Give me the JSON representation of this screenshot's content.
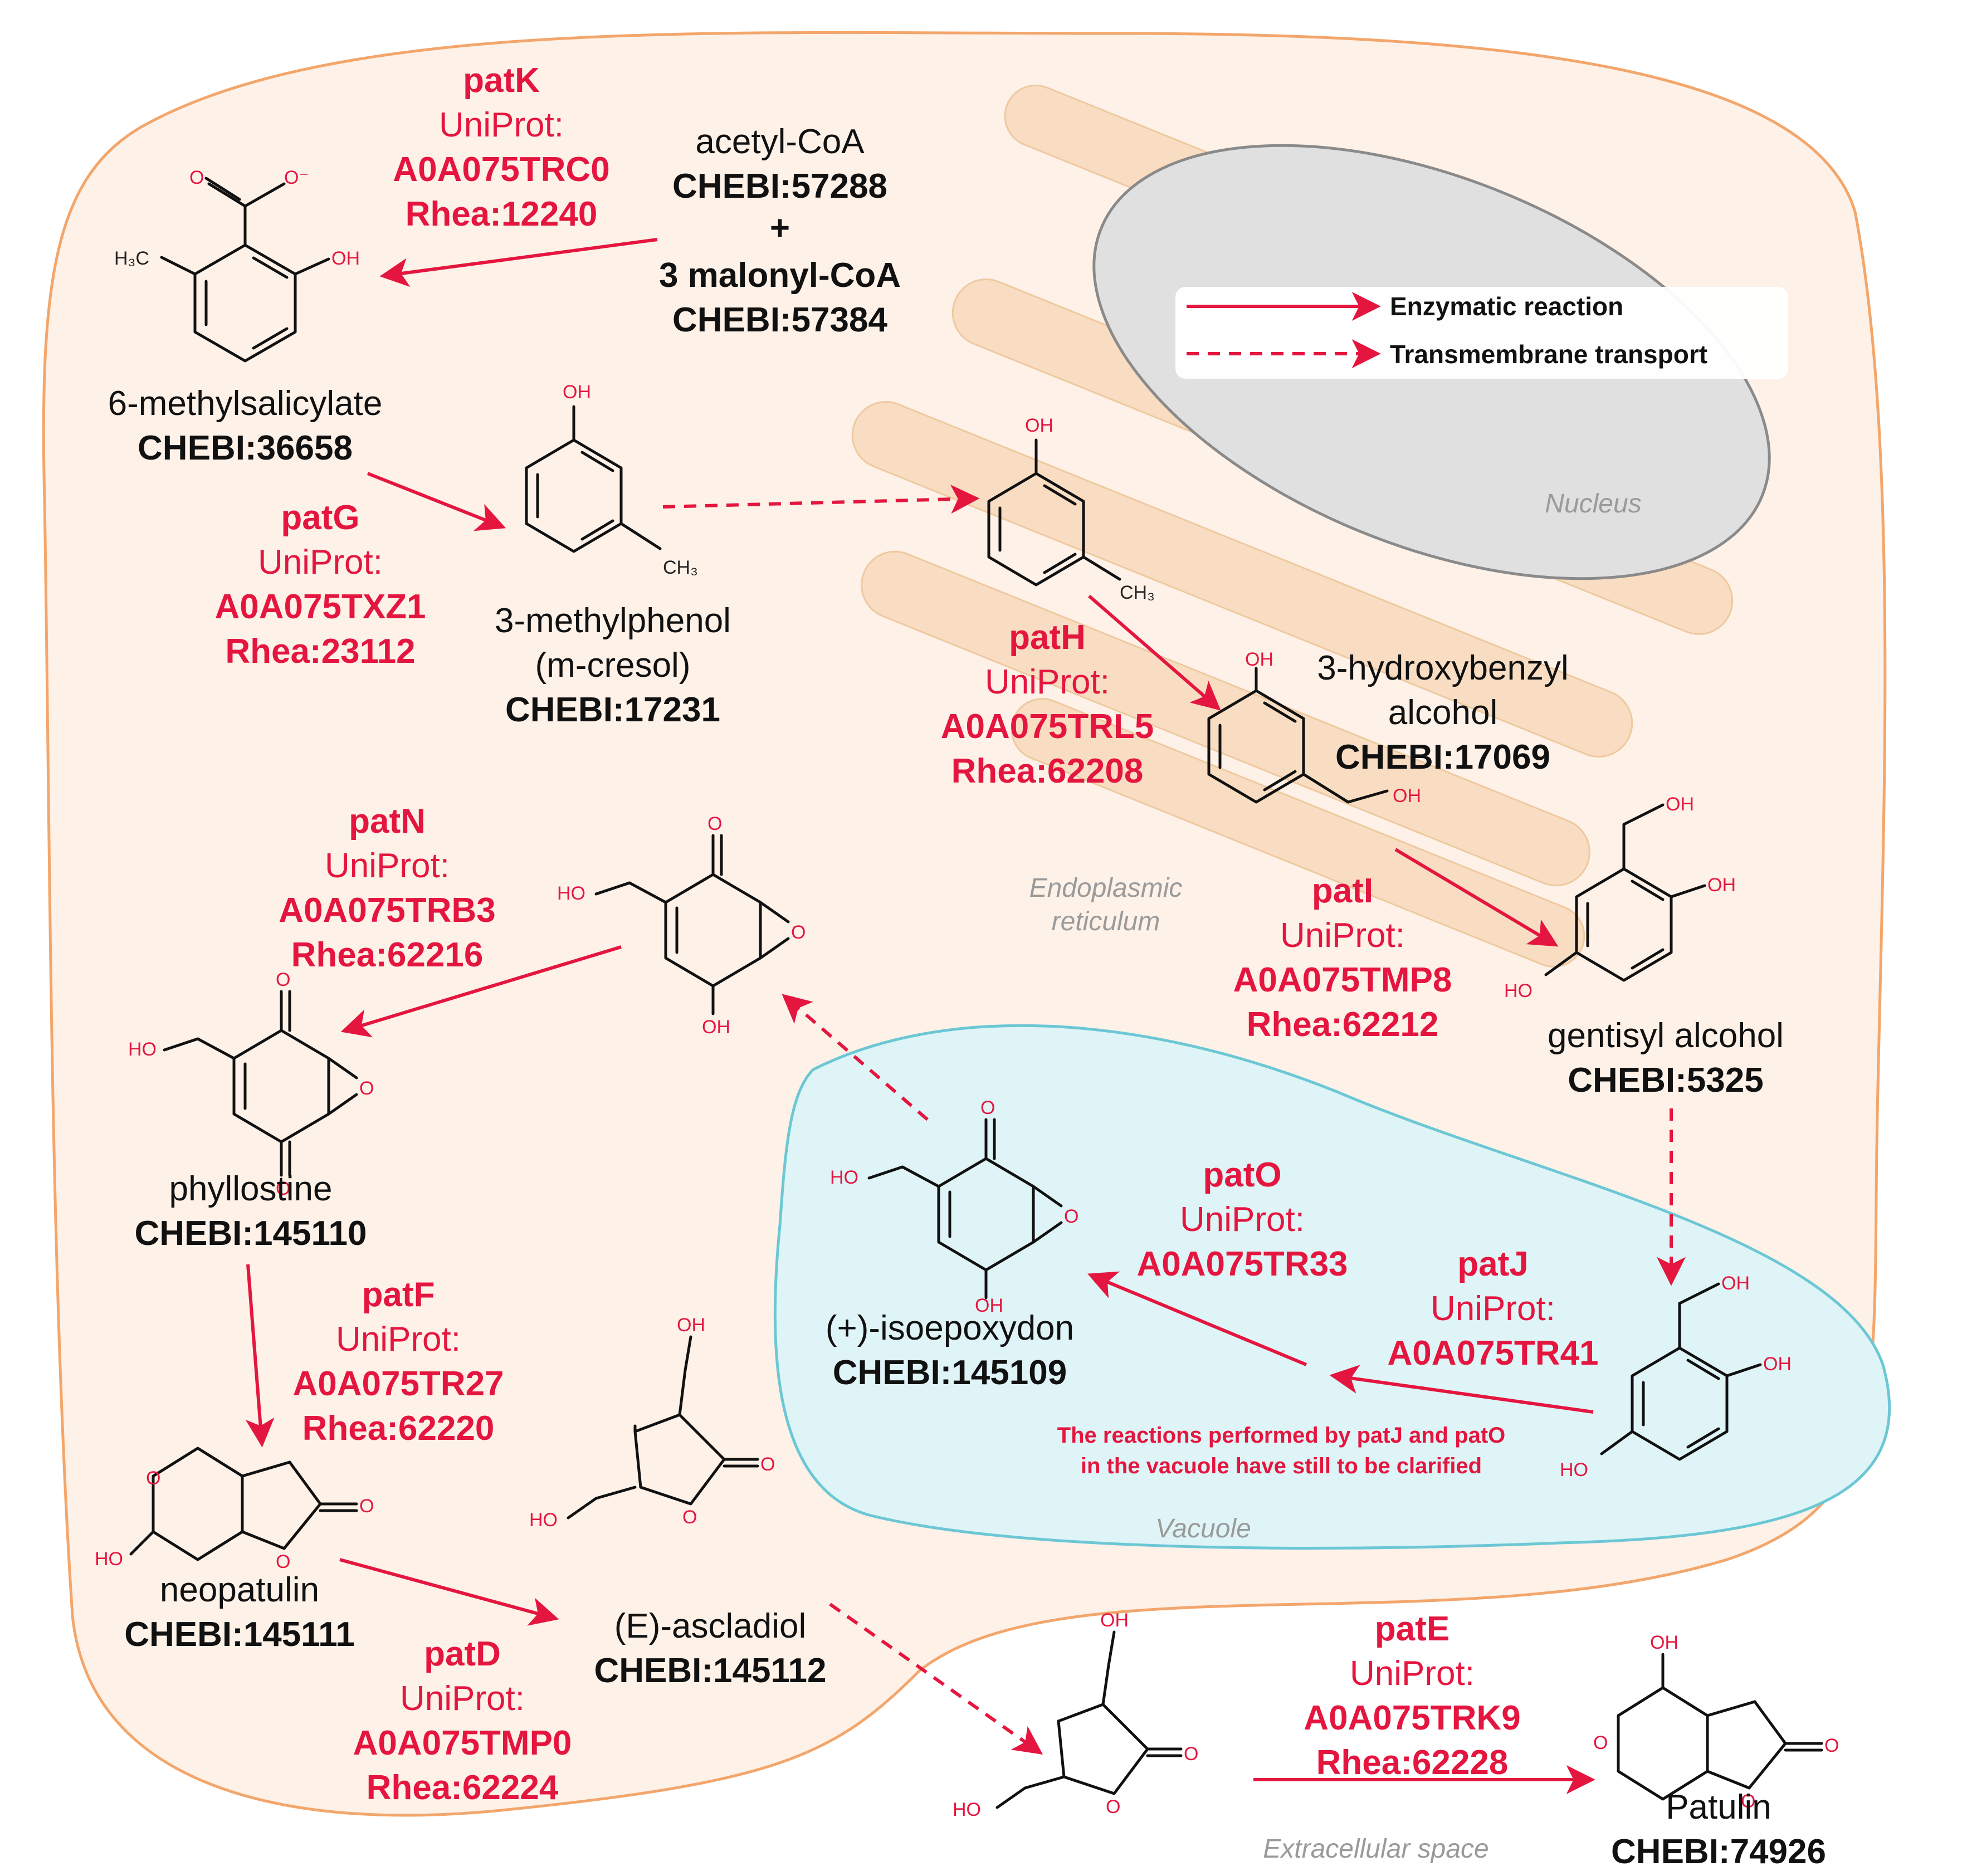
{
  "colors": {
    "accent": "#e4163f",
    "cell": "#fdf1e8",
    "cell_border": "#f3a66b",
    "er": "#f8dcc0",
    "nucleus": "#e0e0e0",
    "vacuole": "#dff4f6",
    "vacuole_border": "#6cc7d5"
  },
  "legend": {
    "enzymatic": "Enzymatic reaction",
    "transport": "Transmembrane transport"
  },
  "compartments": {
    "nucleus": "Nucleus",
    "er_line1": "Endoplasmic",
    "er_line2": "reticulum",
    "vacuole": "Vacuole",
    "extracellular": "Extracellular space"
  },
  "compounds": {
    "acetyl": {
      "name": "acetyl-CoA",
      "chebi": "CHEBI:57288",
      "plus": "+",
      "name2": "3 malonyl-CoA",
      "chebi2": "CHEBI:57384"
    },
    "msal": {
      "name": "6-methylsalicylate",
      "chebi": "CHEBI:36658"
    },
    "mcresol": {
      "name1": "3-methylphenol",
      "name2": "(m-cresol)",
      "chebi": "CHEBI:17231"
    },
    "hba": {
      "name1": "3-hydroxybenzyl",
      "name2": "alcohol",
      "chebi": "CHEBI:17069"
    },
    "gentisyl": {
      "name": "gentisyl alcohol",
      "chebi": "CHEBI:5325"
    },
    "isoepoxydon": {
      "name": "(+)-isoepoxydon",
      "chebi": "CHEBI:145109"
    },
    "phyllostine": {
      "name": "phyllostine",
      "chebi": "CHEBI:145110"
    },
    "neopatulin": {
      "name": "neopatulin",
      "chebi": "CHEBI:145111"
    },
    "ascladiol": {
      "name": "(E)-ascladiol",
      "chebi": "CHEBI:145112"
    },
    "patulin": {
      "name": "Patulin",
      "chebi": "CHEBI:74926"
    }
  },
  "enzymes": {
    "patK": {
      "gene": "patK",
      "uniprot": "UniProt:",
      "acc": "A0A075TRC0",
      "rhea": "Rhea:12240"
    },
    "patG": {
      "gene": "patG",
      "uniprot": "UniProt:",
      "acc": "A0A075TXZ1",
      "rhea": "Rhea:23112"
    },
    "patH": {
      "gene": "patH",
      "uniprot": "UniProt:",
      "acc": "A0A075TRL5",
      "rhea": "Rhea:62208"
    },
    "patI": {
      "gene": "patI",
      "uniprot": "UniProt:",
      "acc": "A0A075TMP8",
      "rhea": "Rhea:62212"
    },
    "patN": {
      "gene": "patN",
      "uniprot": "UniProt:",
      "acc": "A0A075TRB3",
      "rhea": "Rhea:62216"
    },
    "patO": {
      "gene": "patO",
      "uniprot": "UniProt:",
      "acc": "A0A075TR33"
    },
    "patJ": {
      "gene": "patJ",
      "uniprot": "UniProt:",
      "acc": "A0A075TR41"
    },
    "patF": {
      "gene": "patF",
      "uniprot": "UniProt:",
      "acc": "A0A075TR27",
      "rhea": "Rhea:62220"
    },
    "patD": {
      "gene": "patD",
      "uniprot": "UniProt:",
      "acc": "A0A075TMP0",
      "rhea": "Rhea:62224"
    },
    "patE": {
      "gene": "patE",
      "uniprot": "UniProt:",
      "acc": "A0A075TRK9",
      "rhea": "Rhea:62228"
    }
  },
  "note": {
    "line1": "The reactions performed by patJ and patO",
    "line2": "in the vacuole have still to be clarified"
  },
  "atoms": {
    "O": "O",
    "O_minus": "O⁻",
    "OH": "OH",
    "HO": "HO",
    "H3C": "H₃C",
    "CH3": "CH₃"
  }
}
